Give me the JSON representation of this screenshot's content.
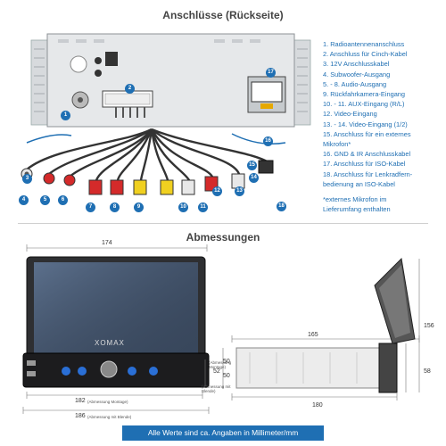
{
  "section_connections": {
    "title": "Anschlüsse (Rückseite)",
    "legend": [
      "1. Radioantennenanschluss",
      "2. Anschluss für Cinch-Kabel",
      "3. 12V Anschlusskabel",
      "4. Subwoofer-Ausgang",
      "5. - 8. Audio-Ausgang",
      "9. Rückfahrkamera-Eingang",
      "10. - 11. AUX-Eingang (R/L)",
      "12. Video-Eingang",
      "13. - 14. Video-Eingang (1/2)",
      "15. Anschluss für ein externes",
      "Mikrofon*",
      "16. GND & IR Anschlusskabel",
      "17. Anschluss für ISO-Kabel",
      "18. Anschluss für Lenkradfern-",
      "bedienung an ISO-Kabel"
    ],
    "note_line1": "*externes Mikrofon im",
    "note_line2": "Lieferumfang enthalten",
    "badges": [
      "1",
      "2",
      "3",
      "4",
      "5",
      "6",
      "7",
      "8",
      "9",
      "10",
      "11",
      "12",
      "13",
      "14",
      "15",
      "16",
      "17",
      "18"
    ]
  },
  "section_dimensions": {
    "title": "Abmessungen",
    "brand": "XOMAX",
    "front": {
      "top_width": "174",
      "mount_width": "182",
      "mount_width_note": "(Abmessung Montage)",
      "bezel_width": "186",
      "bezel_width_note": "(Abmessung mit Blende)",
      "mount_height": "50",
      "mount_height_note": "(Abmessung Montage)",
      "bezel_height": "52",
      "bezel_height_note": "(Abmessung mit Blende)"
    },
    "side": {
      "chassis_length": "165",
      "total_length": "180",
      "chassis_height": "50",
      "front_height": "58",
      "screen_height": "156"
    }
  },
  "footer": "Alle Werte sind ca. Angaben in Millimeter/mm"
}
